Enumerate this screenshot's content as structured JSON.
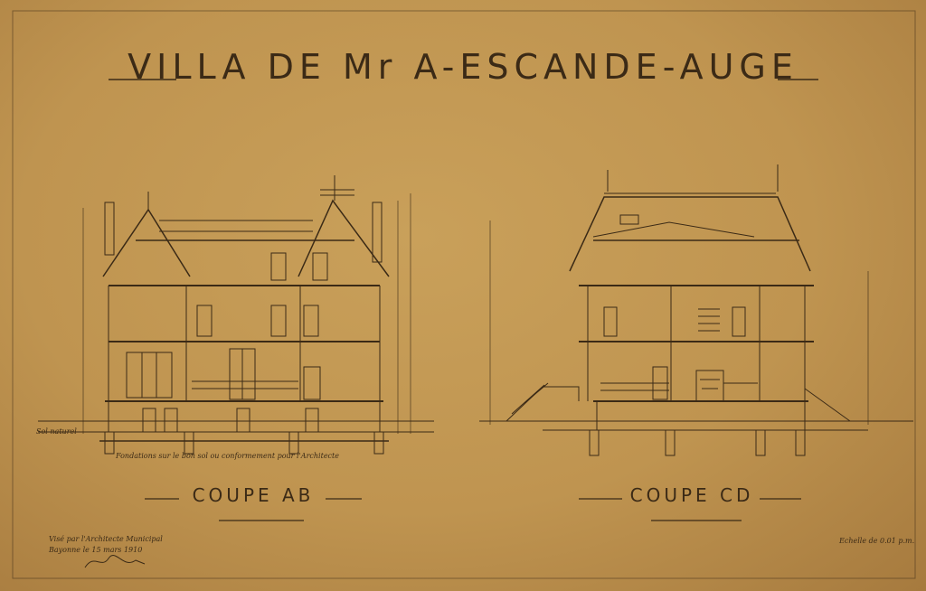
{
  "drawing": {
    "title": "VILLA DE Mr A-ESCANDE-AUGE",
    "section_left": "COUPE AB",
    "section_right": "COUPE CD",
    "scale": "Echelle de 0.01 p.m.",
    "note_bottom": "Fondations sur le bon sol ou conformement pour l'Architecte",
    "approval_line1": "Visé par l'Architecte Municipal",
    "approval_line2": "Bayonne le 15 mars 1910",
    "level_sol": "Sol naturel"
  }
}
